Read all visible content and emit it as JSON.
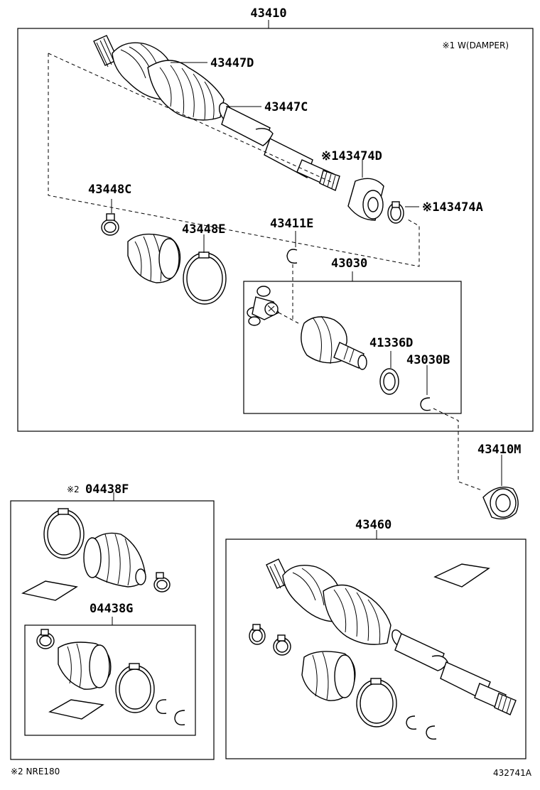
{
  "labels": {
    "p43410": "43410",
    "p43447D": "43447D",
    "p43447C": "43447C",
    "p43474D": "※143474D",
    "p43474A": "※143474A",
    "p43448C": "43448C",
    "p43448E": "43448E",
    "p43411E": "43411E",
    "p43030": "43030",
    "p41336D": "41336D",
    "p43030B": "43030B",
    "p43410M": "43410M",
    "p04438F": "04438F",
    "p04438F_mark": "※2",
    "p04438G": "04438G",
    "p43460": "43460"
  },
  "notes": {
    "damper": "※1 W(DAMPER)",
    "nre": "※2 NRE180",
    "figure_id": "432741A"
  }
}
